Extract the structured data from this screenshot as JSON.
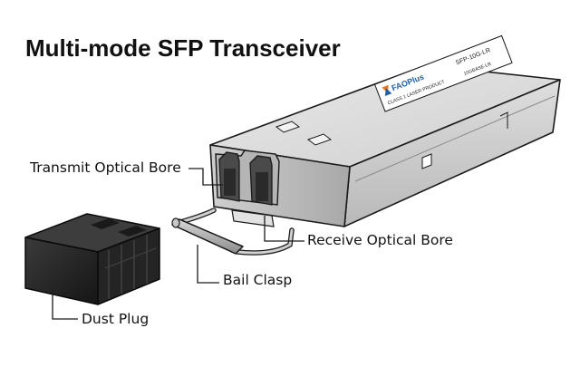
{
  "title": "Multi-mode SFP Transceiver",
  "labels": {
    "transmit": "Transmit Optical Bore",
    "receive": "Receive Optical Bore",
    "bail": "Bail Clasp",
    "dust": "Dust Plug"
  },
  "sticker": {
    "brand": "FAOPlus",
    "model": "SFP-10G-LR",
    "class": "CLASS 1 LASER PRODUCT",
    "standard": "10GBASE-LR"
  },
  "colors": {
    "body": "#d4d4d4",
    "body_dark": "#9a9a9a",
    "outline": "#1a1a1a",
    "plug": "#2a2a2a",
    "brand_orange": "#e87a1e",
    "brand_blue": "#1f5fa8"
  }
}
